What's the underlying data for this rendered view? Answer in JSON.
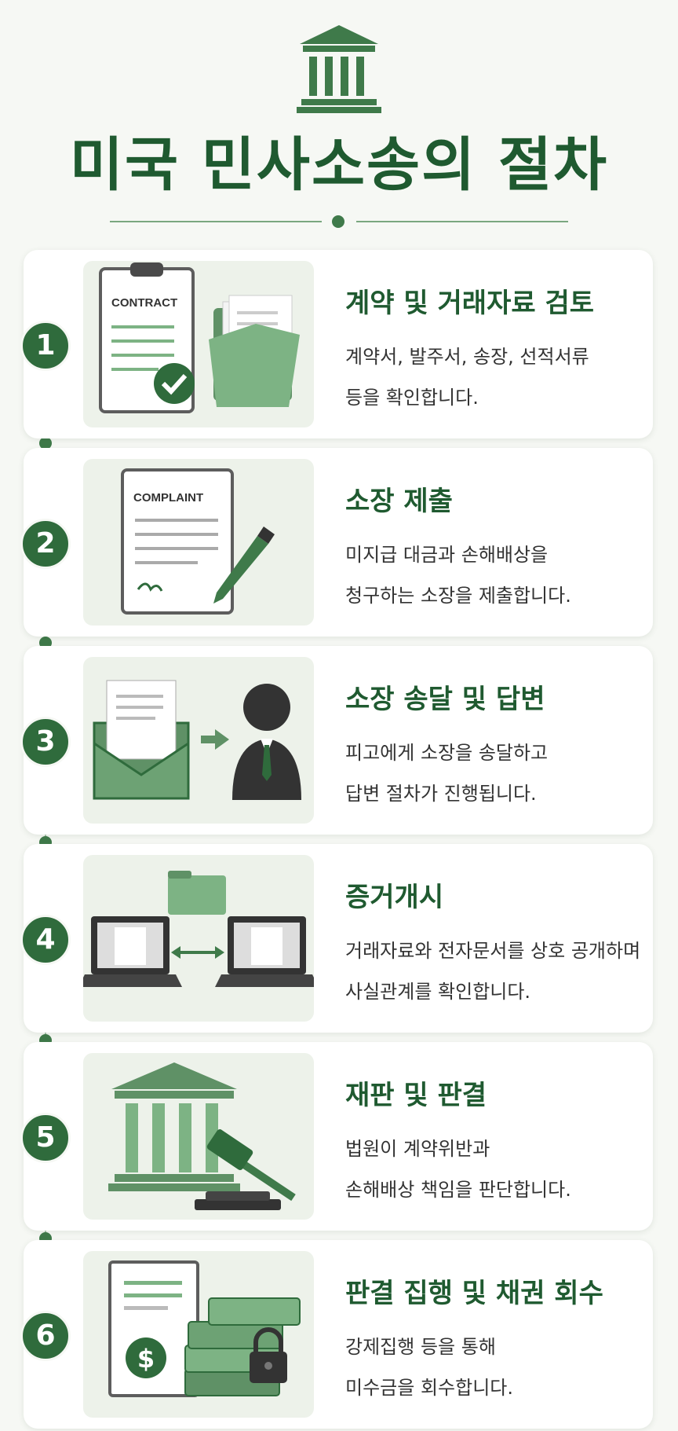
{
  "title": "미국 민사소송의 절차",
  "colors": {
    "primary": "#1f5a30",
    "accent": "#3f7a4a",
    "background": "#f6f8f4"
  },
  "steps": [
    {
      "number": "1",
      "title": "계약 및 거래자료 검토",
      "desc_line1": "계약서, 발주서, 송장, 선적서류",
      "desc_line2": "등을 확인합니다.",
      "doc_label": "CONTRACT",
      "icon": "contract-clipboard-folder-icon"
    },
    {
      "number": "2",
      "title": "소장 제출",
      "desc_line1": "미지급 대금과 손해배상을",
      "desc_line2": "청구하는 소장을 제출합니다.",
      "doc_label": "COMPLAINT",
      "icon": "complaint-document-pen-icon"
    },
    {
      "number": "3",
      "title": "소장 송달 및 답변",
      "desc_line1": "피고에게 소장을 송달하고",
      "desc_line2": "답변 절차가 진행됩니다.",
      "icon": "envelope-to-person-icon"
    },
    {
      "number": "4",
      "title": "증거개시",
      "desc_line1": "거래자료와 전자문서를 상호 공개하며",
      "desc_line2": "사실관계를 확인합니다.",
      "icon": "laptops-exchange-icon"
    },
    {
      "number": "5",
      "title": "재판 및 판결",
      "desc_line1": "법원이 계약위반과",
      "desc_line2": "손해배상 책임을 판단합니다.",
      "icon": "courthouse-gavel-icon"
    },
    {
      "number": "6",
      "title": "판결 집행 및 채권 회수",
      "desc_line1": "강제집행 등을 통해",
      "desc_line2": "미수금을 회수합니다.",
      "icon": "money-lock-icon"
    }
  ]
}
